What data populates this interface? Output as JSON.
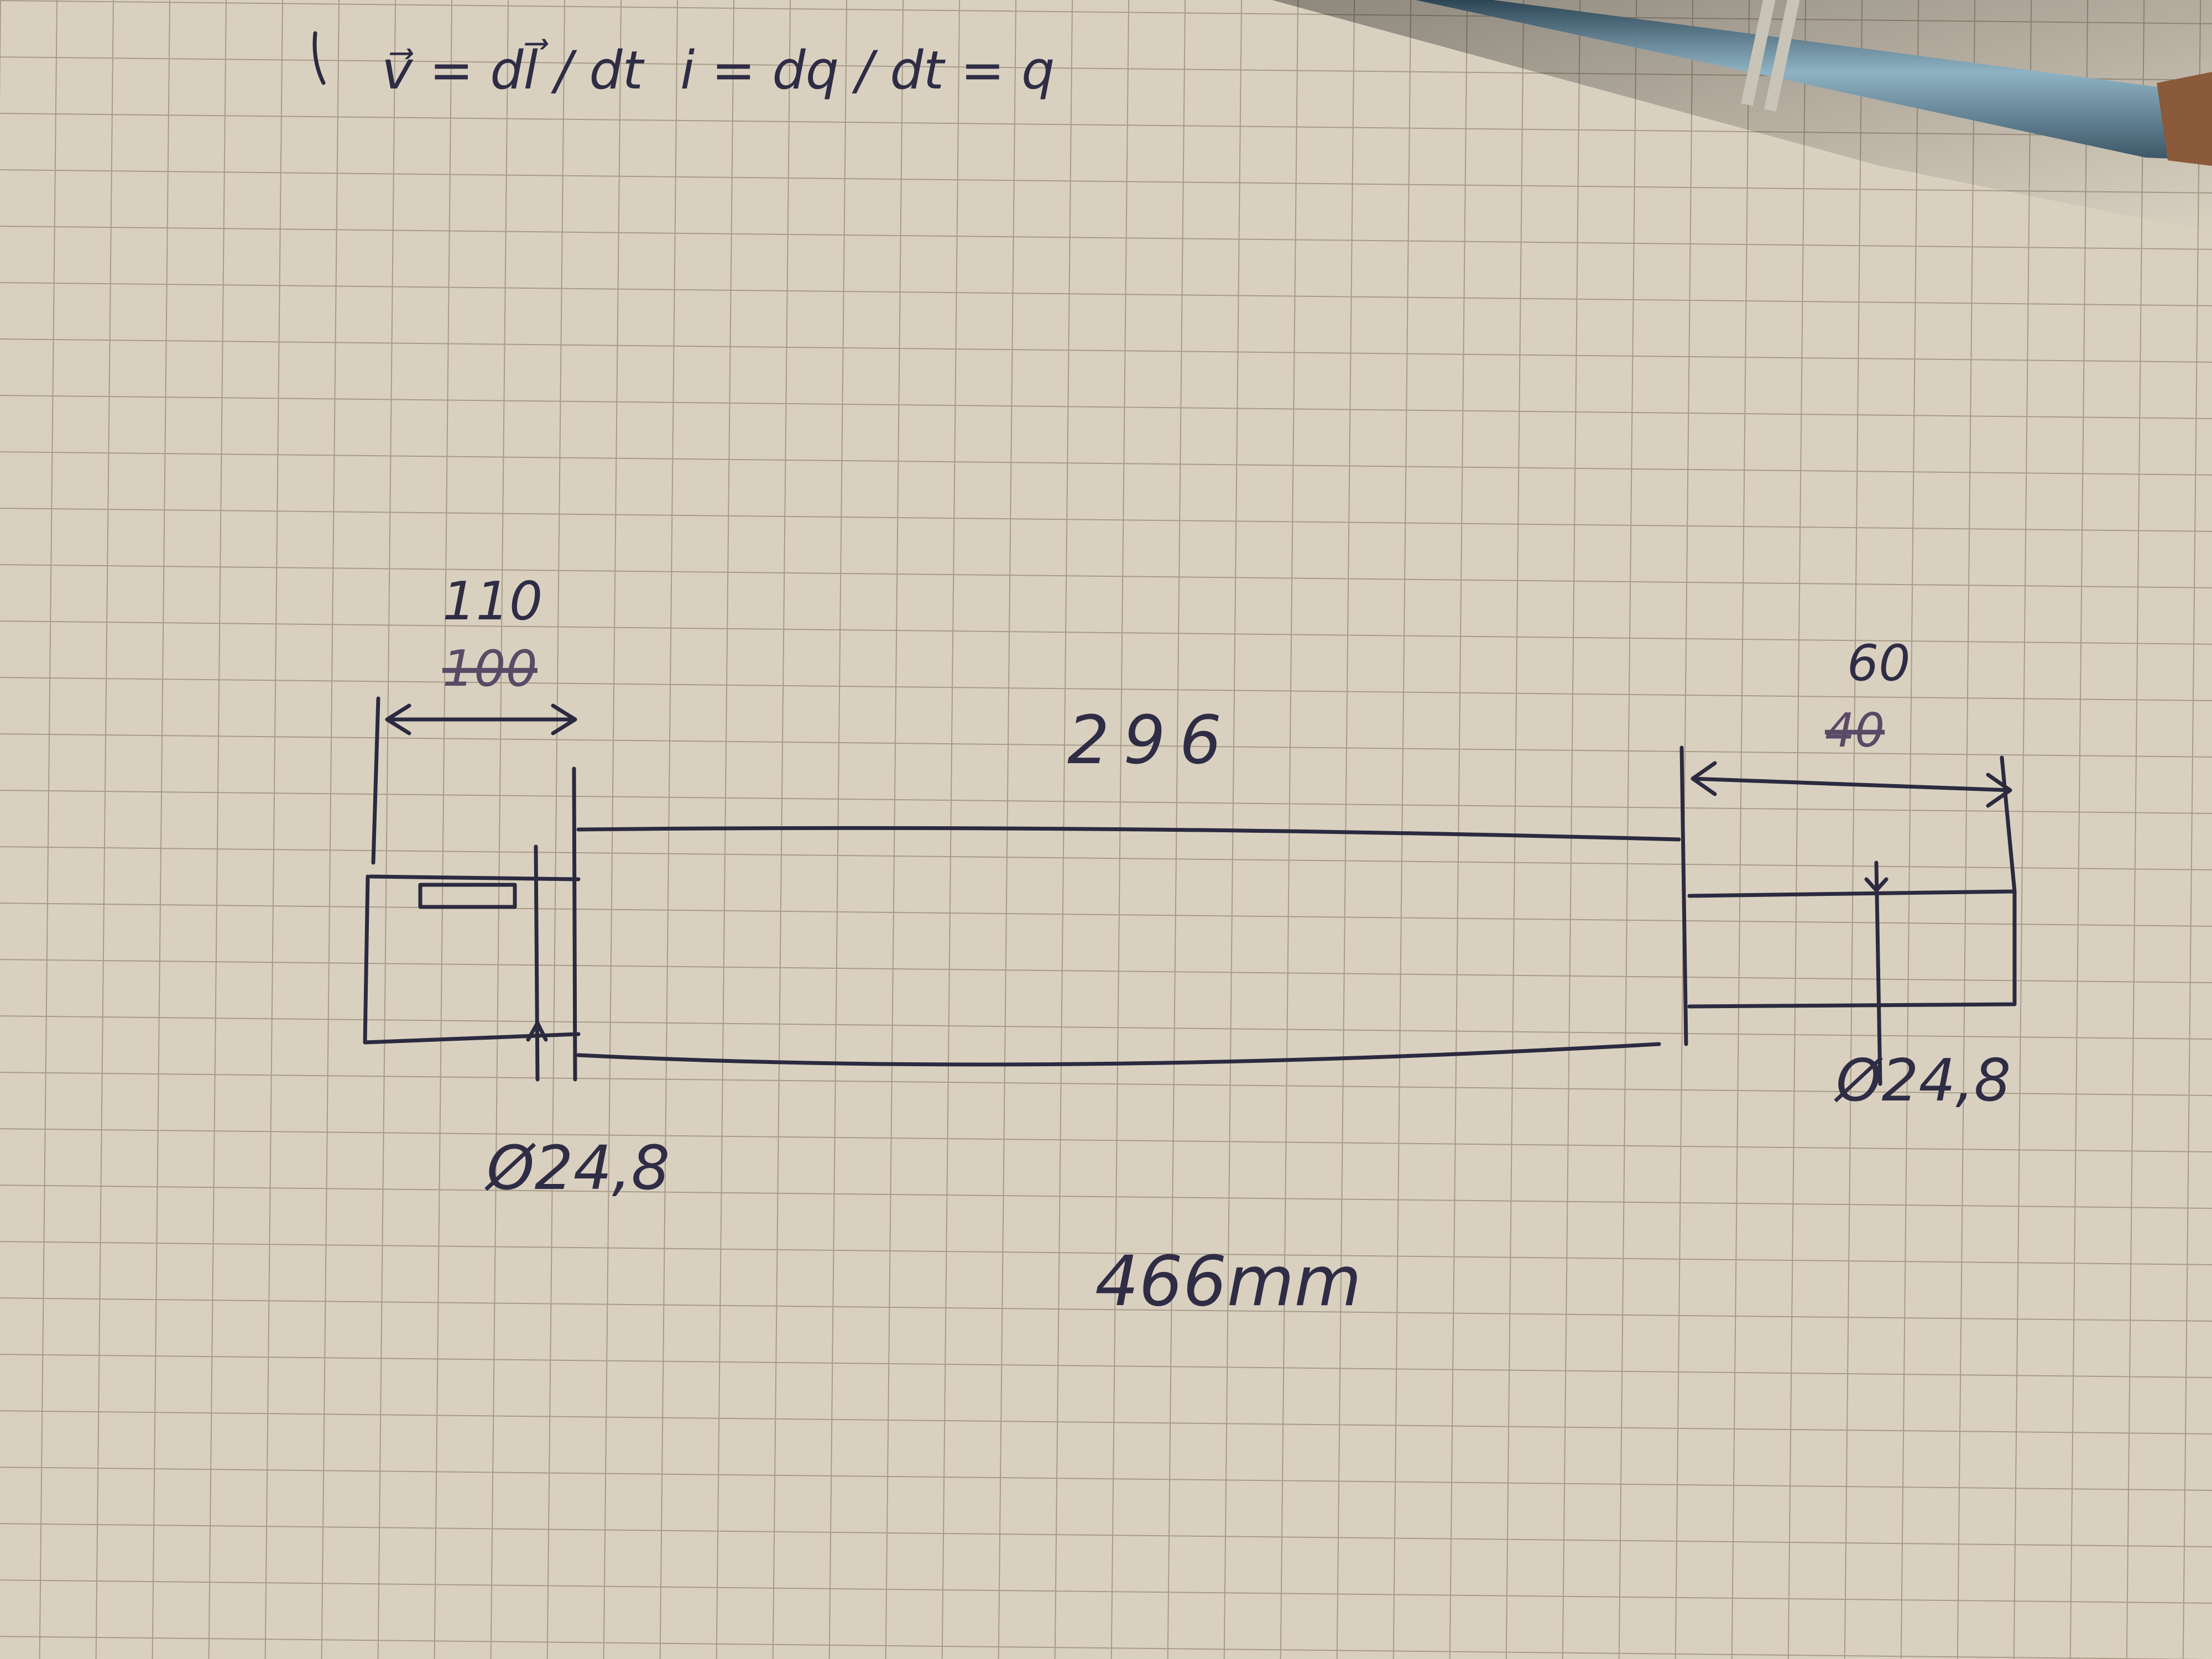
{
  "equations": {
    "velocity": "v⃗ = dl⃗ / dt",
    "current": "i = dq / dt = q"
  },
  "sketch": {
    "left_length": "110",
    "left_length_crossed": "100",
    "middle_length": "296",
    "right_length": "60",
    "right_length_crossed": "40",
    "left_diameter": "Ø24,8",
    "right_diameter": "Ø24,8",
    "total_length": "466mm"
  },
  "colors": {
    "paper": "#d9d0c0",
    "grid": "#a89c88",
    "ink": "#2b2a3f",
    "pen_body": "#6f93a6"
  }
}
